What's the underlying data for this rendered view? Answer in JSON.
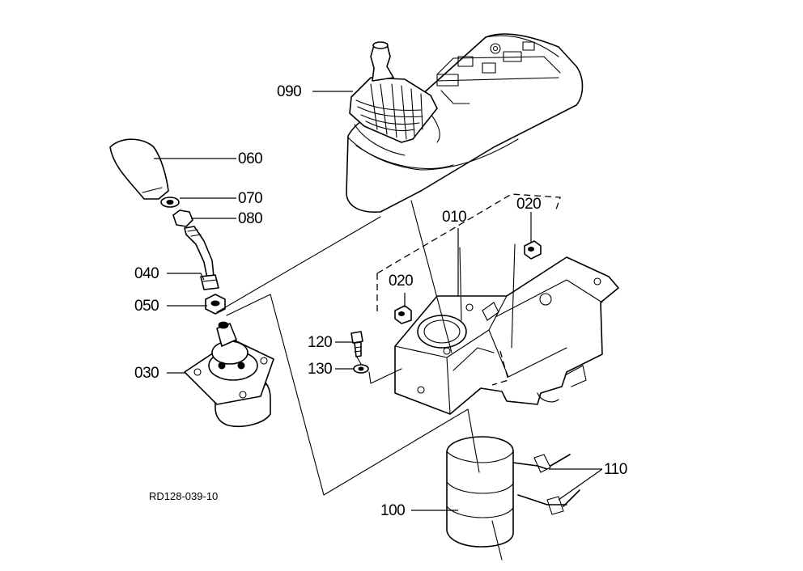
{
  "callouts": [
    {
      "id": "090",
      "text": "090"
    },
    {
      "id": "060",
      "text": "060"
    },
    {
      "id": "070",
      "text": "070"
    },
    {
      "id": "080",
      "text": "080"
    },
    {
      "id": "040",
      "text": "040"
    },
    {
      "id": "050",
      "text": "050"
    },
    {
      "id": "030",
      "text": "030"
    },
    {
      "id": "010",
      "text": "010"
    },
    {
      "id": "020a",
      "text": "020"
    },
    {
      "id": "020b",
      "text": "020"
    },
    {
      "id": "120",
      "text": "120"
    },
    {
      "id": "130",
      "text": "130"
    },
    {
      "id": "110",
      "text": "110"
    },
    {
      "id": "100",
      "text": "100"
    }
  ],
  "drawing_code": "RD128-039-10"
}
